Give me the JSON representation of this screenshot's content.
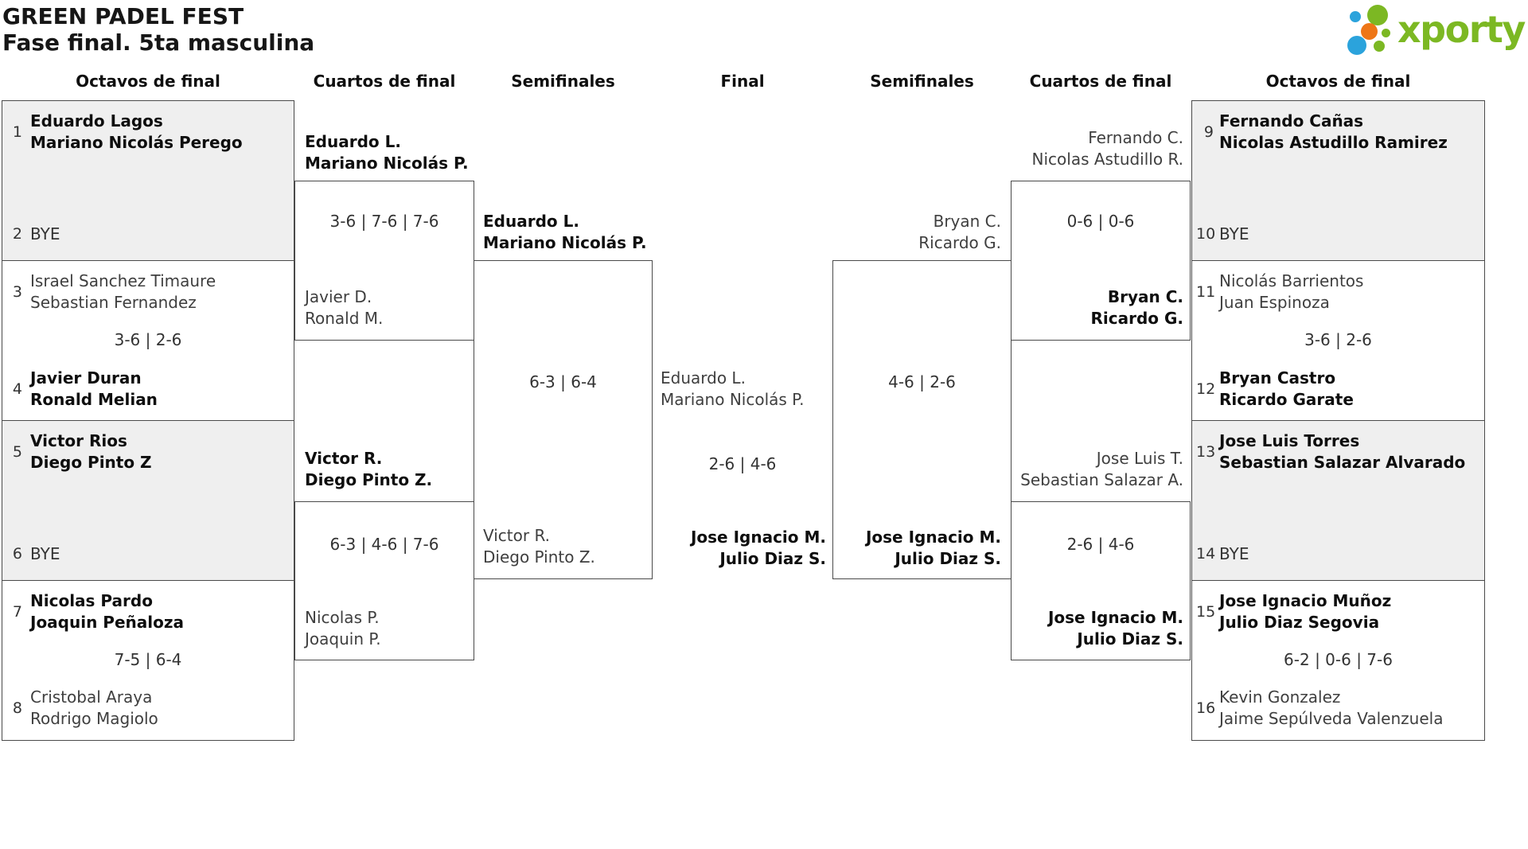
{
  "title": {
    "line1": "GREEN PADEL FEST",
    "line2": "Fase final. 5ta masculina"
  },
  "logo": {
    "text": "xporty",
    "green": "#7cb823",
    "blue": "#2ba3dc",
    "orange": "#ee7617"
  },
  "colors": {
    "box_grey": "#efefef",
    "border": "#4a4a4a",
    "winner_text": "#0e0e0e",
    "loser_text": "#3f3f3f"
  },
  "headers": [
    {
      "label": "Octavos de final"
    },
    {
      "label": "Cuartos de final"
    },
    {
      "label": "Semifinales"
    },
    {
      "label": "Final"
    },
    {
      "label": "Semifinales"
    },
    {
      "label": "Cuartos de final"
    },
    {
      "label": "Octavos de final"
    }
  ],
  "bracket": {
    "octavos_left": {
      "m1": {
        "score": "",
        "a": {
          "seed": "1",
          "l1": "Eduardo Lagos",
          "l2": "Mariano Nicolás Perego"
        },
        "b": {
          "seed": "2",
          "l1": "BYE"
        }
      },
      "m2": {
        "score": "3-6 | 2-6",
        "a": {
          "seed": "3",
          "l1": "Israel Sanchez Timaure",
          "l2": "Sebastian Fernandez"
        },
        "b": {
          "seed": "4",
          "l1": "Javier Duran",
          "l2": "Ronald Melian"
        }
      },
      "m3": {
        "score": "",
        "a": {
          "seed": "5",
          "l1": "Victor Rios",
          "l2": "Diego Pinto Z"
        },
        "b": {
          "seed": "6",
          "l1": "BYE"
        }
      },
      "m4": {
        "score": "7-5 | 6-4",
        "a": {
          "seed": "7",
          "l1": "Nicolas Pardo",
          "l2": "Joaquin Peñaloza"
        },
        "b": {
          "seed": "8",
          "l1": "Cristobal Araya",
          "l2": "Rodrigo Magiolo"
        }
      }
    },
    "octavos_right": {
      "m1": {
        "score": "",
        "a": {
          "seed": "9",
          "l1": "Fernando Cañas",
          "l2": "Nicolas Astudillo Ramirez"
        },
        "b": {
          "seed": "10",
          "l1": "BYE"
        }
      },
      "m2": {
        "score": "3-6 | 2-6",
        "a": {
          "seed": "11",
          "l1": "Nicolás Barrientos",
          "l2": "Juan Espinoza"
        },
        "b": {
          "seed": "12",
          "l1": "Bryan Castro",
          "l2": "Ricardo Garate"
        }
      },
      "m3": {
        "score": "",
        "a": {
          "seed": "13",
          "l1": "Jose Luis Torres",
          "l2": "Sebastian Salazar Alvarado"
        },
        "b": {
          "seed": "14",
          "l1": "BYE"
        }
      },
      "m4": {
        "score": "6-2 | 0-6 | 7-6",
        "a": {
          "seed": "15",
          "l1": "Jose Ignacio Muñoz",
          "l2": "Julio Diaz Segovia"
        },
        "b": {
          "seed": "16",
          "l1": "Kevin Gonzalez",
          "l2": "Jaime Sepúlveda Valenzuela"
        }
      }
    },
    "cuartos_left": {
      "m1": {
        "score": "3-6 | 7-6 | 7-6",
        "a": {
          "l1": "Eduardo L.",
          "l2": "Mariano Nicolás P."
        },
        "b": {
          "l1": "Javier D.",
          "l2": "Ronald M."
        }
      },
      "m2": {
        "score": "6-3 | 4-6 | 7-6",
        "a": {
          "l1": "Victor R.",
          "l2": "Diego Pinto Z."
        },
        "b": {
          "l1": "Nicolas P.",
          "l2": "Joaquin P."
        }
      }
    },
    "cuartos_right": {
      "m1": {
        "score": "0-6 | 0-6",
        "a": {
          "l1": "Fernando C.",
          "l2": "Nicolas Astudillo R."
        },
        "b": {
          "l1": "Bryan C.",
          "l2": "Ricardo G."
        }
      },
      "m2": {
        "score": "2-6 | 4-6",
        "a": {
          "l1": "Jose Luis T.",
          "l2": "Sebastian Salazar A."
        },
        "b": {
          "l1": "Jose Ignacio M.",
          "l2": "Julio Diaz S."
        }
      }
    },
    "semis_left": {
      "m1": {
        "score": "6-3 | 6-4",
        "a": {
          "l1": "Eduardo L.",
          "l2": "Mariano Nicolás P."
        },
        "b": {
          "l1": "Victor R.",
          "l2": "Diego Pinto Z."
        }
      }
    },
    "semis_right": {
      "m1": {
        "score": "4-6 | 2-6",
        "a": {
          "l1": "Bryan C.",
          "l2": "Ricardo G."
        },
        "b": {
          "l1": "Jose Ignacio M.",
          "l2": "Julio Diaz S."
        }
      }
    },
    "final": {
      "score": "2-6 | 4-6",
      "a": {
        "l1": "Eduardo L.",
        "l2": "Mariano Nicolás P."
      },
      "b": {
        "l1": "Jose Ignacio M.",
        "l2": "Julio Diaz S."
      }
    }
  }
}
